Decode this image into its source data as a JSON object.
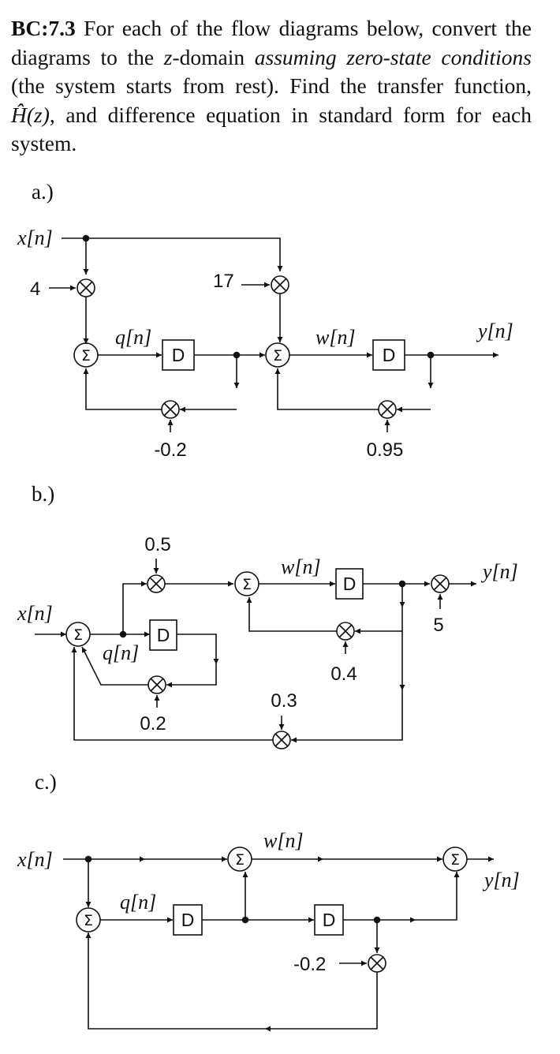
{
  "problem": {
    "id": "BC:7.3",
    "text_1": " For each of the flow diagrams below, convert the diagrams to the ",
    "z_symbol": "z",
    "text_2": "-domain ",
    "emphasis": "assuming zero-state conditions",
    "text_3": " (the system starts from rest). Find the transfer function, ",
    "transfer_symbol": "Ĥ(z)",
    "text_4": ", and difference equation in standard form for each system."
  },
  "parts": {
    "a": {
      "label": "a.)",
      "signals": {
        "x": "x[n]",
        "q": "q[n]",
        "w": "w[n]",
        "y": "y[n]"
      },
      "gains": {
        "g_in": "4",
        "g_ff": "17",
        "g_fb1": "-0.2",
        "g_fb2": "0.95"
      },
      "delay": "D",
      "sum_symbol": "Σ",
      "mult_symbol": "⊗"
    },
    "b": {
      "label": "b.)",
      "signals": {
        "x": "x[n]",
        "q": "q[n]",
        "w": "w[n]",
        "y": "y[n]"
      },
      "gains": {
        "g_top": "0.5",
        "g_out": "5",
        "g_fb_w": "0.4",
        "g_fb_q": "0.2",
        "g_outer": "0.3"
      },
      "delay": "D",
      "sum_symbol": "Σ",
      "mult_symbol": "⊗"
    },
    "c": {
      "label": "c.)",
      "signals": {
        "x": "x[n]",
        "q": "q[n]",
        "w": "w[n]",
        "y": "y[n]"
      },
      "gains": {
        "g_fb": "-0.2"
      },
      "delay": "D",
      "sum_symbol": "Σ",
      "mult_symbol": "⊗"
    }
  }
}
